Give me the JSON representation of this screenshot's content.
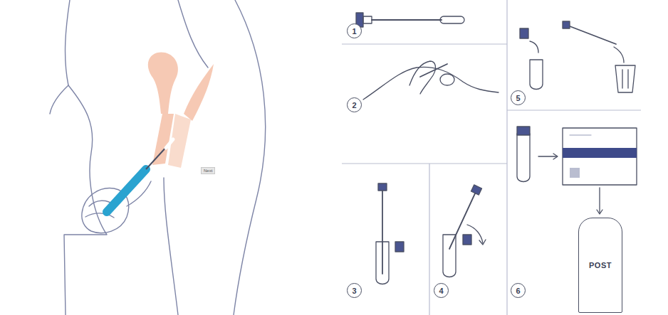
{
  "diagram": {
    "nodes": [
      {
        "text": [
          "1"
        ]
      },
      {
        "text": [
          "2"
        ]
      },
      {
        "text": [
          "3"
        ]
      },
      {
        "text": [
          "4"
        ]
      },
      {
        "text": [
          "5"
        ]
      },
      {
        "text": [
          "6"
        ]
      },
      {
        "text": [
          "POST"
        ]
      }
    ],
    "labels": [
      "Next"
    ]
  }
}
